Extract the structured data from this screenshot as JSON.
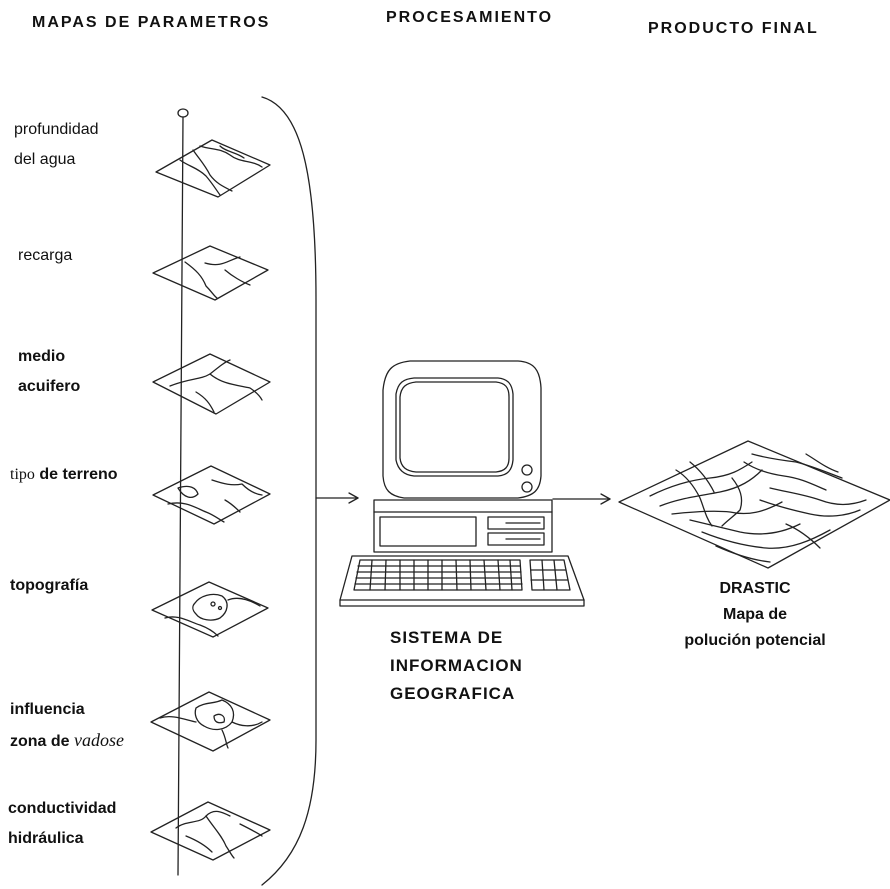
{
  "headers": {
    "left": "MAPAS DE PARAMETROS",
    "center": "PROCESAMIENTO",
    "right": "PRODUCTO FINAL"
  },
  "layers": [
    {
      "line1": "profundidad",
      "line2": "del agua"
    },
    {
      "line1": "recarga"
    },
    {
      "line1": "medio",
      "line2": "acuifero"
    },
    {
      "prefix": "tipo",
      "line1": " de terreno"
    },
    {
      "line1": "topografía"
    },
    {
      "line1": "influencia",
      "line2": "zona de ",
      "line2_em": "vadose"
    },
    {
      "line1": "conductividad",
      "line2": "hidráulica"
    }
  ],
  "system": {
    "line1": "SISTEMA DE",
    "line2": "INFORMACION",
    "line3": "GEOGRAFICA"
  },
  "product": {
    "line1": "DRASTIC",
    "line2": "Mapa de",
    "line3": "polución potencial"
  }
}
